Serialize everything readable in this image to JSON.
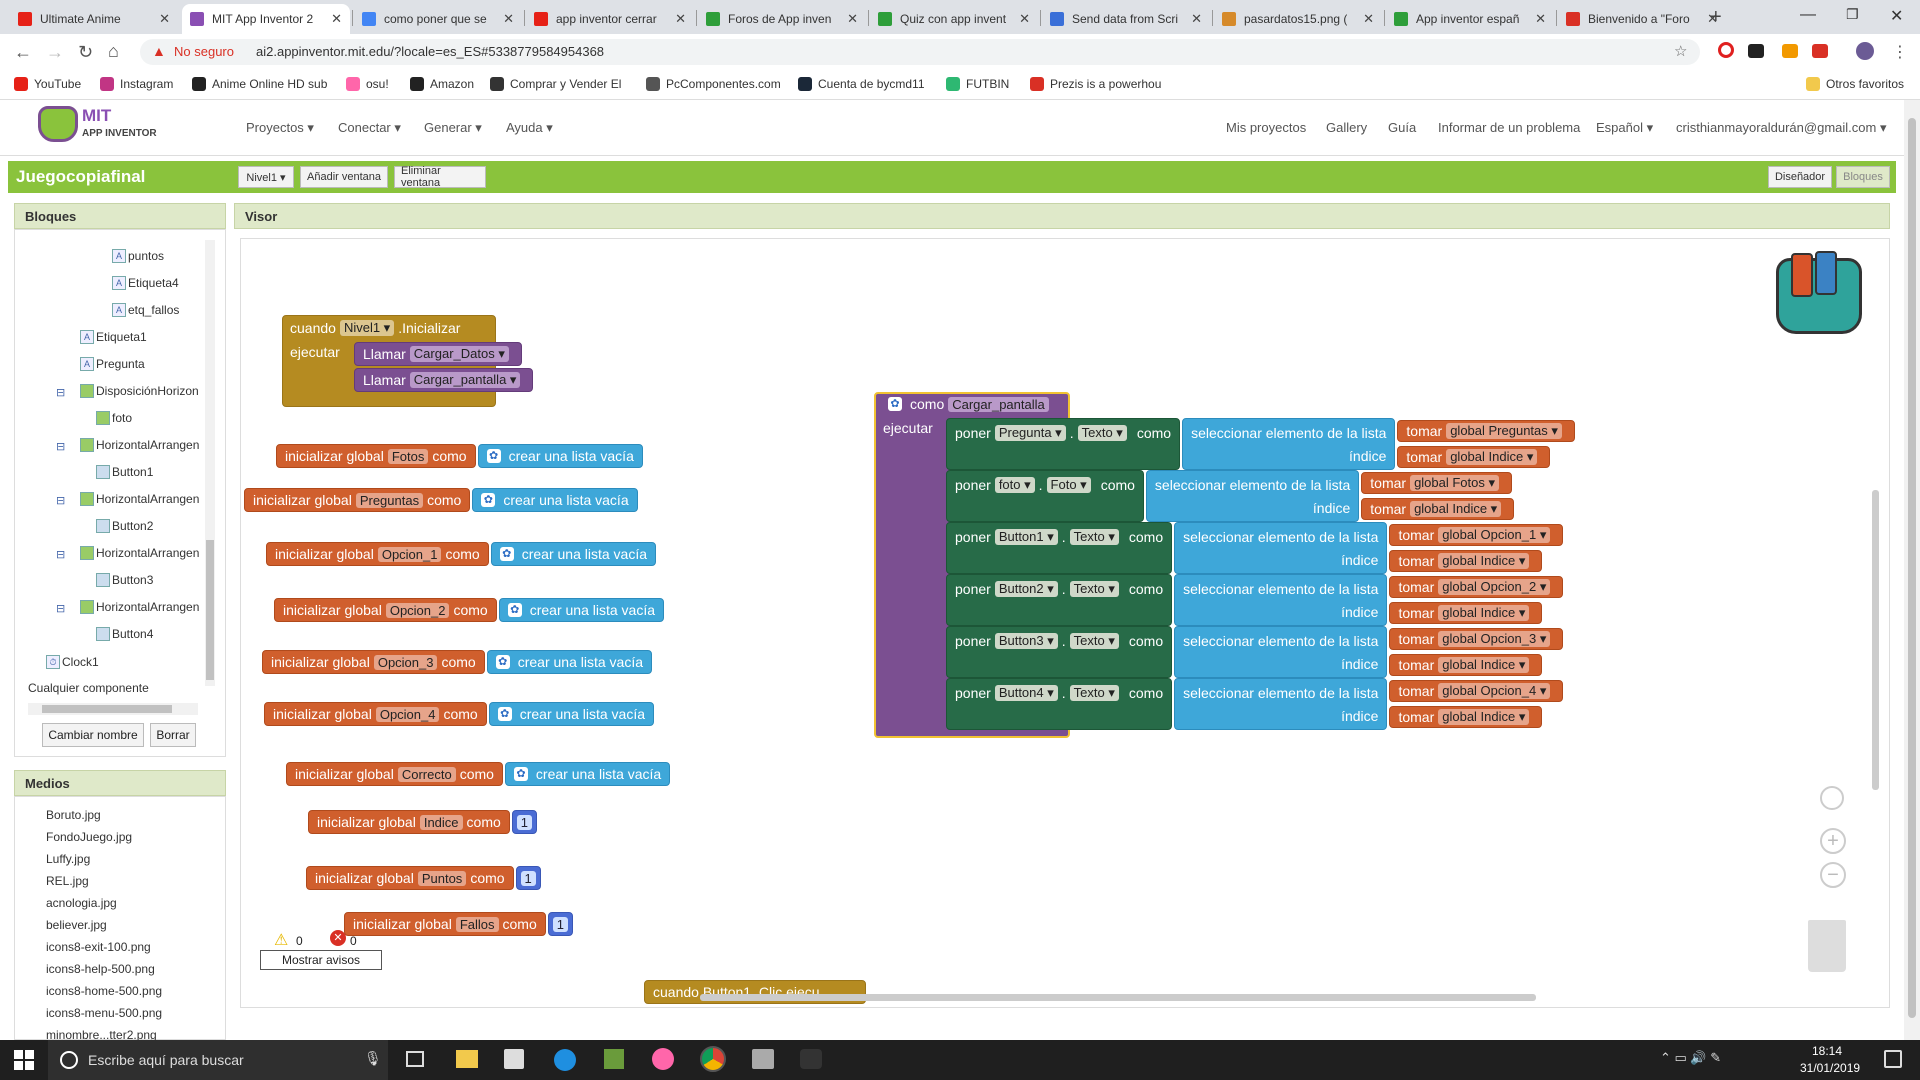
{
  "tabs": [
    {
      "title": "Ultimate Anime",
      "color": "#e62117"
    },
    {
      "title": "MIT App Inventor 2",
      "color": "#8a4fb3"
    },
    {
      "title": "como poner que se",
      "color": "#4285f4"
    },
    {
      "title": "app inventor cerrar",
      "color": "#e62117"
    },
    {
      "title": "Foros de App inven",
      "color": "#2e9e3a"
    },
    {
      "title": "Quiz con app invent",
      "color": "#2e9e3a"
    },
    {
      "title": "Send data from Scri",
      "color": "#3a6fd8"
    },
    {
      "title": "pasardatos15.png (",
      "color": "#d68a2a"
    },
    {
      "title": "App inventor españ",
      "color": "#2e9e3a"
    },
    {
      "title": "Bienvenido a \"Foro",
      "color": "#d93025"
    }
  ],
  "browser": {
    "security": "No seguro",
    "url": "ai2.appinventor.mit.edu/?locale=es_ES#5338779584954368"
  },
  "bookmarks": [
    {
      "label": "YouTube",
      "color": "#e62117"
    },
    {
      "label": "Instagram",
      "color": "#c13584"
    },
    {
      "label": "Anime Online HD sub",
      "color": "#222"
    },
    {
      "label": "osu!",
      "color": "#ff66aa"
    },
    {
      "label": "Amazon",
      "color": "#222"
    },
    {
      "label": "Comprar y Vender El",
      "color": "#333"
    },
    {
      "label": "PcComponentes.com",
      "color": "#555"
    },
    {
      "label": "Cuenta de bycmd11",
      "color": "#1b2838"
    },
    {
      "label": "FUTBIN",
      "color": "#2eb872"
    },
    {
      "label": "Prezis is a powerhou",
      "color": "#d93025"
    }
  ],
  "bookmarks_other": "Otros favoritos",
  "app": {
    "logo_top": "MIT",
    "logo_bottom": "APP INVENTOR",
    "menus": [
      "Proyectos ▾",
      "Conectar ▾",
      "Generar ▾",
      "Ayuda ▾"
    ],
    "right_menus": [
      "Mis proyectos",
      "Gallery",
      "Guía",
      "Informar de un problema",
      "Español ▾",
      "cristhianmayoraldurán@gmail.com ▾"
    ],
    "project": "Juegocopiafinal",
    "screen_select": "Nivel1 ▾",
    "add_screen": "Añadir ventana",
    "remove_screen": "Eliminar ventana",
    "designer": "Diseñador",
    "blocks": "Bloques"
  },
  "panels": {
    "blocks_title": "Bloques",
    "viewer_title": "Visor",
    "media_title": "Medios",
    "tree": [
      "puntos",
      "Etiqueta4",
      "etq_fallos",
      "Etiqueta1",
      "Pregunta",
      "DisposiciónHorizon",
      "foto",
      "HorizontalArrangen",
      "Button1",
      "HorizontalArrangen",
      "Button2",
      "HorizontalArrangen",
      "Button3",
      "HorizontalArrangen",
      "Button4",
      "Clock1"
    ],
    "any_component": "Cualquier componente",
    "rename": "Cambiar nombre",
    "delete": "Borrar",
    "media": [
      "Boruto.jpg",
      "FondoJuego.jpg",
      "Luffy.jpg",
      "REL.jpg",
      "acnologia.jpg",
      "believer.jpg",
      "icons8-exit-100.png",
      "icons8-help-500.png",
      "icons8-home-500.png",
      "icons8-menu-500.png",
      "minombre...tter2.png"
    ]
  },
  "blocks": {
    "when": "cuando",
    "init_comp": "Nivel1 ▾",
    ".init": ".Inicializar",
    "do": "ejecutar",
    "call": "Llamar",
    "cargar_datos": "Cargar_Datos ▾",
    "cargar_pantalla": "Cargar_pantalla ▾",
    "init_global": "inicializar global",
    "as": "como",
    "empty_list": "crear una lista vacía",
    "globals": [
      "Fotos",
      "Preguntas",
      "Opcion_1",
      "Opcion_2",
      "Opcion_3",
      "Opcion_4",
      "Correcto",
      "Indice",
      "Puntos",
      "Fallos"
    ],
    "one": "1",
    "proc_to": "como",
    "proc_name": "Cargar_pantalla",
    "set": "poner",
    "as2": "como",
    "select_item": "seleccionar elemento de la lista",
    "index": "índice",
    "get": "tomar",
    "rows": [
      {
        "comp": "Pregunta ▾",
        "prop": "Texto ▾",
        "list": "global Preguntas ▾"
      },
      {
        "comp": "foto ▾",
        "prop": "Foto ▾",
        "list": "global Fotos ▾"
      },
      {
        "comp": "Button1 ▾",
        "prop": "Texto ▾",
        "list": "global Opcion_1 ▾"
      },
      {
        "comp": "Button2 ▾",
        "prop": "Texto ▾",
        "list": "global Opcion_2 ▾"
      },
      {
        "comp": "Button3 ▾",
        "prop": "Texto ▾",
        "list": "global Opcion_3 ▾"
      },
      {
        "comp": "Button4 ▾",
        "prop": "Texto ▾",
        "list": "global Opcion_4 ▾"
      }
    ],
    "global_indice": "global Indice ▾",
    "bottom_block": "cuando  Button1 .Clic  ejecu",
    "warnings": "0",
    "errors": "0",
    "show_warnings": "Mostrar avisos"
  },
  "taskbar": {
    "search": "Escribe aquí para buscar",
    "time": "18:14",
    "date": "31/01/2019"
  }
}
